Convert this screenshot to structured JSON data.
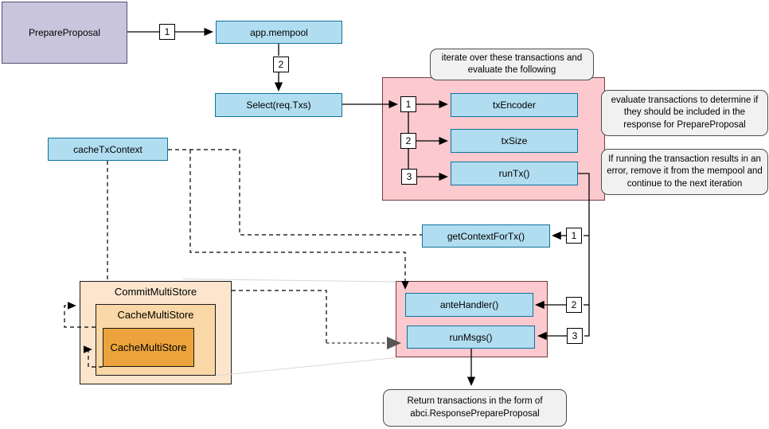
{
  "colors": {
    "blueFill": "#B1DDF0",
    "blueStroke": "#10739E",
    "purpleFill": "#C8C5DC",
    "purpleStroke": "#56517E",
    "pinkFill": "#FBC9CE",
    "pinkStroke": "#703D3D",
    "peachFill": "#FCE5CC",
    "peachMidFill": "#F9D7A6",
    "orangeFill": "#ECA33C",
    "storeStroke": "#1A1A1A",
    "noteFill": "#F1F1F1",
    "noteStroke": "#4D4D4D"
  },
  "nodes": {
    "prepare_proposal": "PrepareProposal",
    "app_mempool": "app.mempool",
    "select_txs": "Select(req.Txs)",
    "cache_tx_context": "cacheTxContext",
    "tx_encoder": "txEncoder",
    "tx_size": "txSize",
    "run_tx": "runTx()",
    "get_context_for_tx": "getContextForTx()",
    "ante_handler": "anteHandler()",
    "run_msgs": "runMsgs()",
    "commit_multi_store": "CommitMultiStore",
    "cache_multi_store_outer": "CacheMultiStore",
    "cache_multi_store_inner": "CacheMultiStore"
  },
  "steps": {
    "top": [
      "1",
      "2"
    ],
    "inner": [
      "1",
      "2",
      "3"
    ],
    "right": [
      "1",
      "2",
      "3"
    ]
  },
  "notes": {
    "iterate_lines": [
      "iterate over these transactions and",
      "evaluate the following"
    ],
    "evaluate_lines": [
      "evaluate transactions to determine if",
      "they should be included in the",
      "response for PrepareProposal"
    ],
    "on_error_lines": [
      "If running the transaction results in an",
      "error, remove it from the mempool and",
      "continue to the next iteration"
    ],
    "return_lines": [
      "Return transactions in the form of",
      "abci.ResponsePrepareProposal"
    ]
  }
}
